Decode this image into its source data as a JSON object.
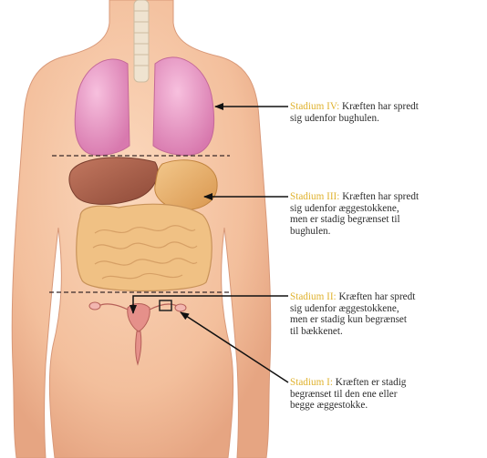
{
  "diagram": {
    "stages": [
      {
        "id": "iv",
        "name": "Stadium IV:",
        "lines": [
          "Kræften har spredt",
          "sig udenfor bughulen."
        ]
      },
      {
        "id": "iii",
        "name": "Stadium III:",
        "lines": [
          "Kræften har spredt",
          "sig udenfor æggestokkene,",
          "men er stadig begrænset til",
          "bughulen."
        ]
      },
      {
        "id": "ii",
        "name": "Stadium II:",
        "lines": [
          "Kræften har spredt",
          "sig udenfor æggestokkene,",
          "men er stadig kun begrænset",
          "til bækkenet."
        ]
      },
      {
        "id": "i",
        "name": "Stadium I:",
        "lines": [
          "Kræften er stadig",
          "begrænset til den ene eller",
          "begge æggestokke."
        ]
      }
    ],
    "colors": {
      "skin": "#f5c5a4",
      "skin_shadow": "#e8a886",
      "lungs": "#e79ac4",
      "liver": "#a9604a",
      "stomach": "#e8b26e",
      "intestine": "#f3c98a",
      "uterus": "#e5908a",
      "stage_name": "#e0b22e",
      "arrow": "#111111"
    }
  }
}
